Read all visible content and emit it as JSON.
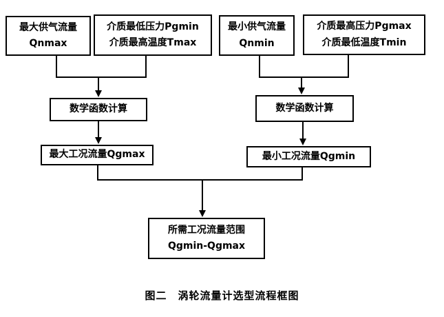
{
  "diagram": {
    "title": "涡轮流量计选型流程框图",
    "caption": "图二　涡轮流量计选型流程框图",
    "colors": {
      "background": "#ffffff",
      "line": "#000000",
      "text": "#000000"
    },
    "nodes": {
      "qnmax": {
        "line1": "最大供气流量",
        "line2": "Qnmax"
      },
      "pgmin_tmax": {
        "line1": "介质最低压力Pgmin",
        "line2": "介质最高温度Tmax"
      },
      "qnmin": {
        "line1": "最小供气流量",
        "line2": "Qnmin"
      },
      "pgmax_tmin": {
        "line1": "介质最高压力Pgmax",
        "line2": "介质最低温度Tmin"
      },
      "calc_left": {
        "line1": "数学函数计算"
      },
      "calc_right": {
        "line1": "数学函数计算"
      },
      "qgmax": {
        "line1": "最大工况流量Qgmax"
      },
      "qgmin": {
        "line1": "最小工况流量Qgmin"
      },
      "result": {
        "line1": "所需工况流量范围",
        "line2": "Qgmin-Qgmax"
      }
    },
    "edges": [
      {
        "from": "qnmax",
        "to": "calc_left",
        "type": "merge-arrow"
      },
      {
        "from": "pgmin_tmax",
        "to": "calc_left",
        "type": "merge-arrow"
      },
      {
        "from": "qnmin",
        "to": "calc_right",
        "type": "merge-arrow"
      },
      {
        "from": "pgmax_tmin",
        "to": "calc_right",
        "type": "merge-arrow"
      },
      {
        "from": "calc_left",
        "to": "qgmax",
        "type": "arrow"
      },
      {
        "from": "calc_right",
        "to": "qgmin",
        "type": "arrow"
      },
      {
        "from": "qgmax",
        "to": "result",
        "type": "merge-arrow"
      },
      {
        "from": "qgmin",
        "to": "result",
        "type": "merge-arrow"
      }
    ]
  }
}
